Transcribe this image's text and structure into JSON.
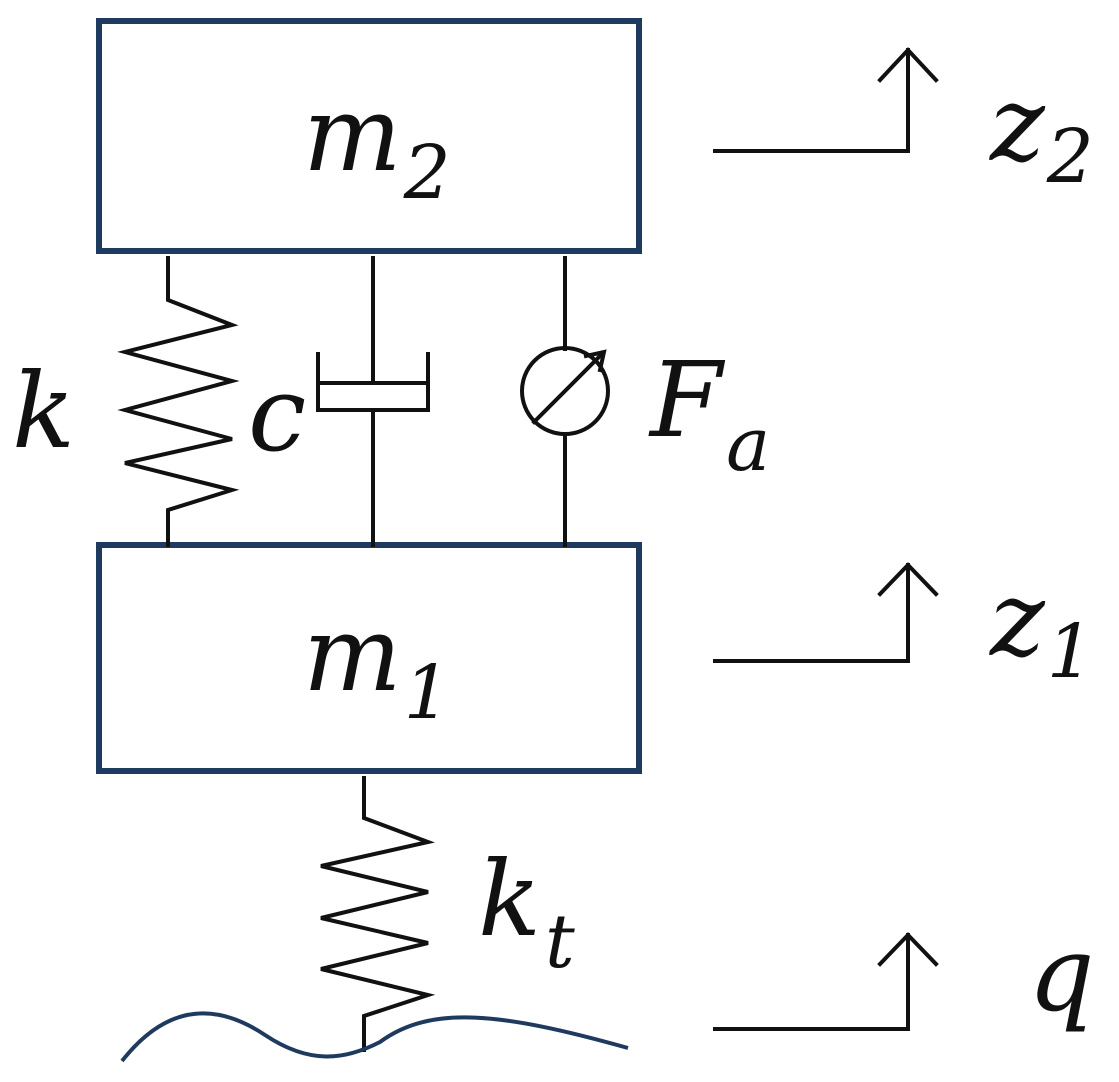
{
  "diagram": {
    "masses": {
      "sprung": {
        "symbol": "m",
        "subscript": "2"
      },
      "unsprung": {
        "symbol": "m",
        "subscript": "1"
      }
    },
    "suspension": {
      "spring_label": "k",
      "damper_label": "c",
      "actuator_label": {
        "symbol": "F",
        "subscript": "a"
      }
    },
    "tire": {
      "spring_label": {
        "symbol": "k",
        "subscript": "t"
      }
    },
    "displacements": {
      "sprung": {
        "symbol": "z",
        "subscript": "2"
      },
      "unsprung": {
        "symbol": "z",
        "subscript": "1"
      },
      "road": {
        "symbol": "q"
      }
    },
    "colors": {
      "box_outline": "#1f3a5f",
      "road_profile": "#1f3a5f",
      "lines": "#111111"
    }
  }
}
